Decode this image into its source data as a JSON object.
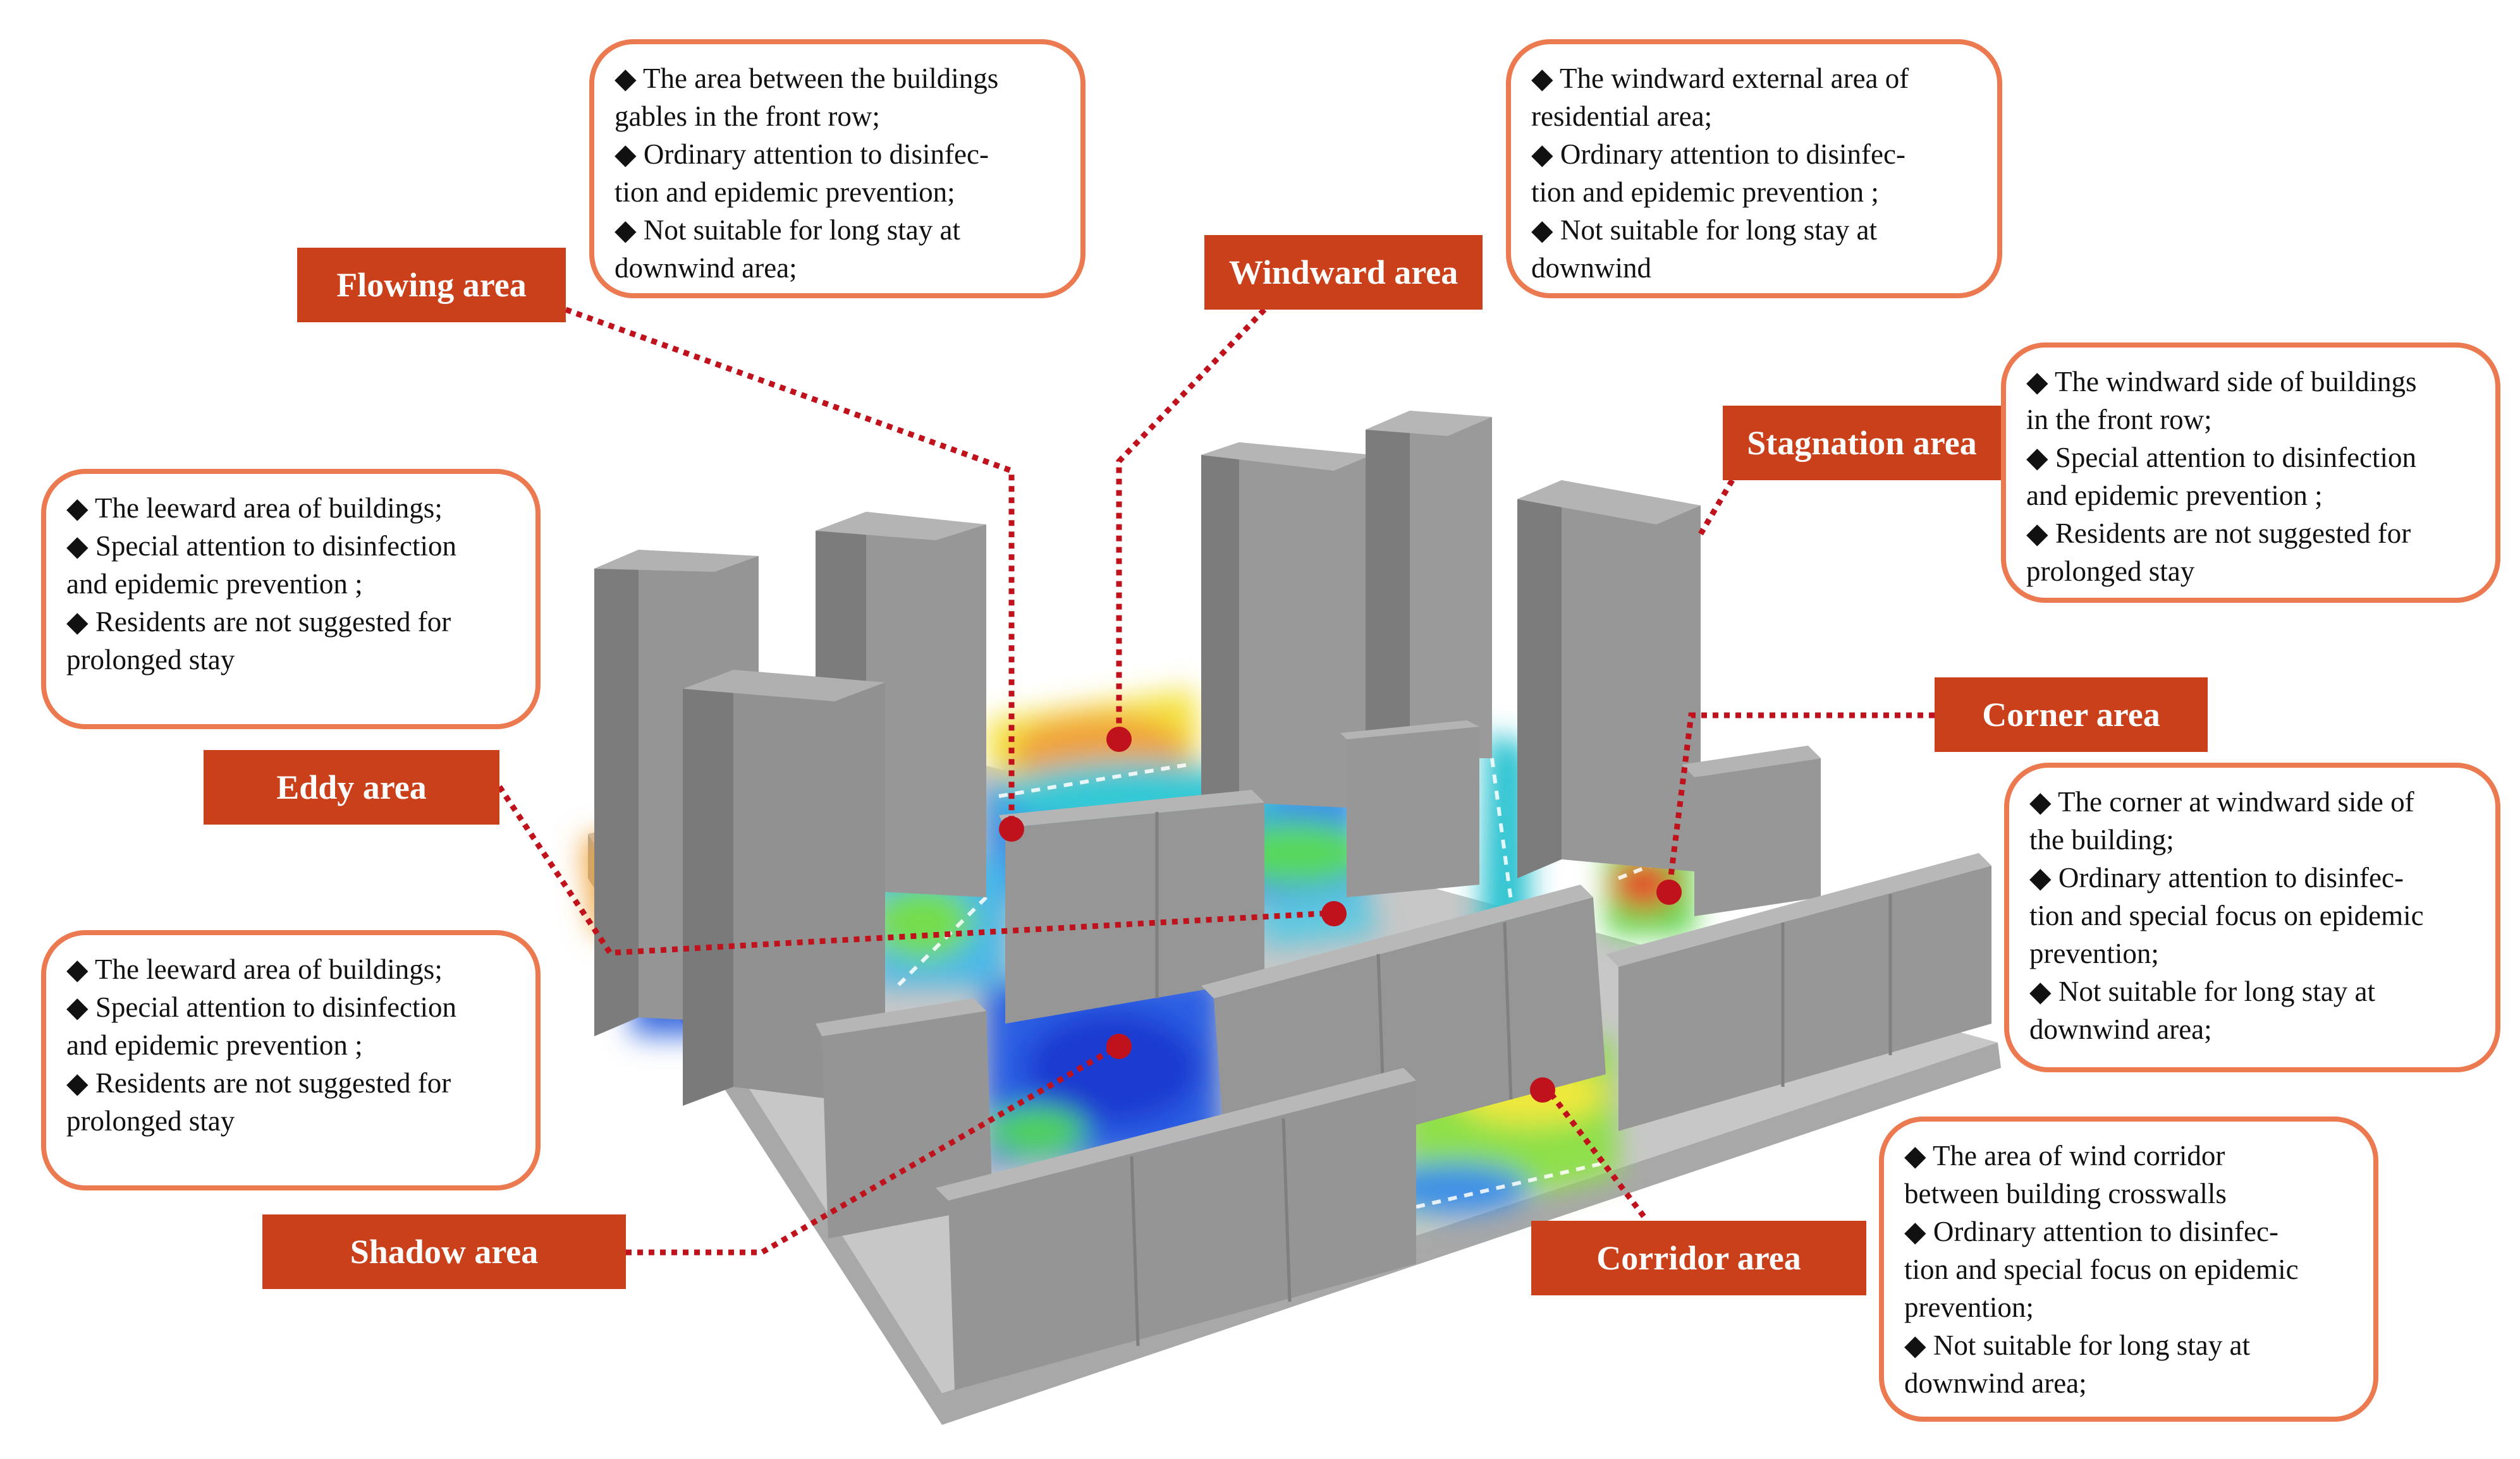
{
  "colors": {
    "label_background": "#c9401a",
    "label_text": "#ffffff",
    "box_border": "#ec7a50",
    "leader_line": "#c0121c",
    "building_gray": "#8e8e8e"
  },
  "labels": {
    "flowing": "Flowing area",
    "windward": "Windward area",
    "stagnation": "Stagnation area",
    "corner": "Corner area",
    "eddy": "Eddy area",
    "shadow": "Shadow area",
    "corridor": "Corridor area"
  },
  "notes": {
    "flowing": [
      "◆ The area between the buildings",
      "gables in the front row;",
      "◆   Ordinary attention to disinfec-",
      "tion and epidemic prevention;",
      "◆   Not suitable for long stay at",
      "downwind area;"
    ],
    "windward": [
      "◆ The windward external area of",
      "residential area;",
      "◆ Ordinary attention to disinfec-",
      "tion and epidemic prevention ;",
      "◆ Not suitable for long stay at",
      "downwind"
    ],
    "stagnation": [
      "◆ The windward side of buildings",
      "in the front row;",
      "◆ Special attention to disinfection",
      "and epidemic prevention ;",
      "◆ Residents are not suggested for",
      "prolonged stay"
    ],
    "eddy": [
      "◆ The leeward area of buildings;",
      "◆ Special attention to disinfection",
      "and epidemic prevention ;",
      "◆ Residents are not suggested for",
      "prolonged stay"
    ],
    "corner": [
      "◆ The corner at windward side of",
      "the building;",
      "◆ Ordinary attention to disinfec-",
      "tion and special focus on epidemic",
      "prevention;",
      "◆ Not suitable for long stay at",
      "downwind area;"
    ],
    "shadow": [
      "◆ The leeward area of buildings;",
      "◆ Special attention to disinfection",
      "and epidemic prevention ;",
      "◆ Residents are not suggested for",
      "prolonged stay"
    ],
    "corridor": [
      "◆ The   area   of   wind   corridor",
      "between building crosswalls",
      "◆ Ordinary attention to disinfec-",
      "tion and special focus on epidemic",
      "prevention;",
      "◆ Not suitable for long stay at",
      "downwind area;"
    ]
  }
}
